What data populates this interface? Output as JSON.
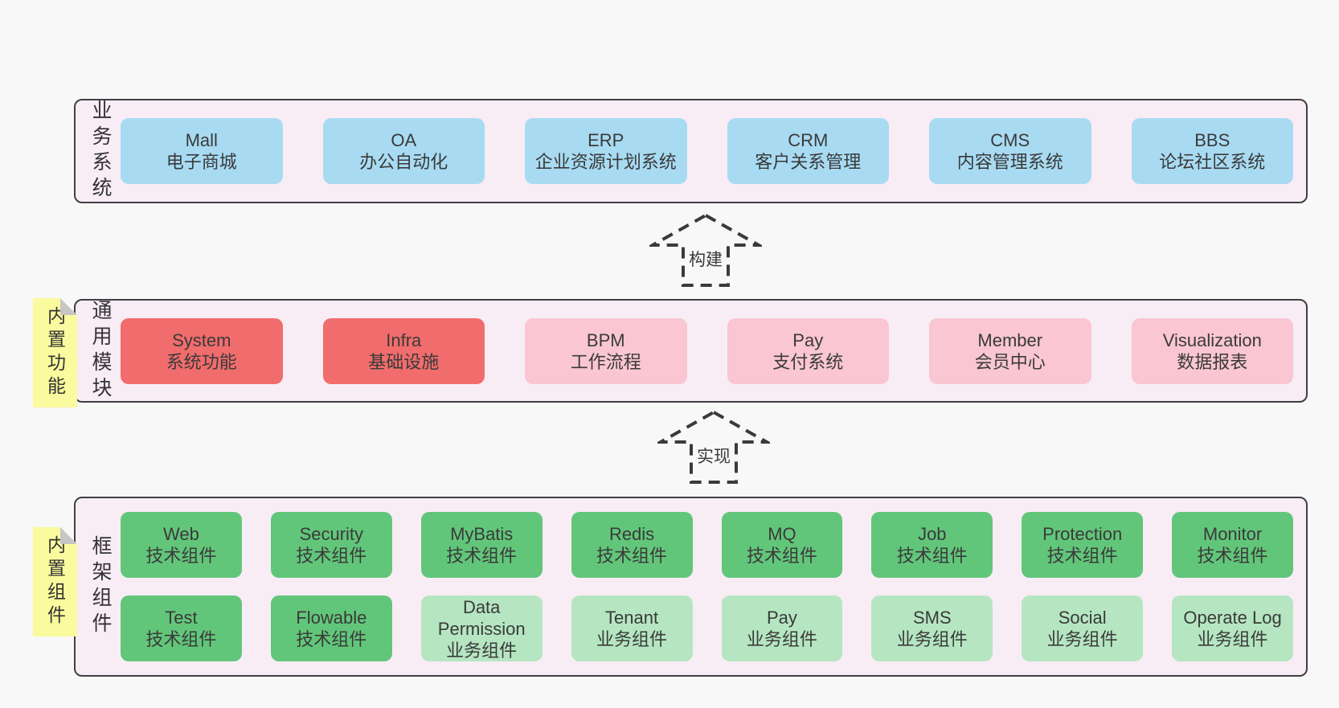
{
  "colors": {
    "blue": "#a8dbf2",
    "red": "#f16c6c",
    "pink": "#f9c6d2",
    "green": "#62c67a",
    "green_light": "#b5e6c1",
    "note_yellow": "#fafa9e",
    "panel_bg": "#f8edf5",
    "panel_border": "#403f44",
    "page_bg": "#f8f8f8",
    "text": "#3a3a3a"
  },
  "layers": [
    {
      "label": "业务系统",
      "note": "",
      "rows": [
        [
          {
            "title": "Mall",
            "subtitle": "电子商城",
            "type": "blue"
          },
          {
            "title": "OA",
            "subtitle": "办公自动化",
            "type": "blue"
          },
          {
            "title": "ERP",
            "subtitle": "企业资源计划系统",
            "type": "blue"
          },
          {
            "title": "CRM",
            "subtitle": "客户关系管理",
            "type": "blue"
          },
          {
            "title": "CMS",
            "subtitle": "内容管理系统",
            "type": "blue"
          },
          {
            "title": "BBS",
            "subtitle": "论坛社区系统",
            "type": "blue"
          }
        ]
      ]
    },
    {
      "label": "通用模块",
      "note": "内置功能",
      "rows": [
        [
          {
            "title": "System",
            "subtitle": "系统功能",
            "type": "red"
          },
          {
            "title": "Infra",
            "subtitle": "基础设施",
            "type": "red"
          },
          {
            "title": "BPM",
            "subtitle": "工作流程",
            "type": "pink"
          },
          {
            "title": "Pay",
            "subtitle": "支付系统",
            "type": "pink"
          },
          {
            "title": "Member",
            "subtitle": "会员中心",
            "type": "pink"
          },
          {
            "title": "Visualization",
            "subtitle": "数据报表",
            "type": "pink"
          }
        ]
      ]
    },
    {
      "label": "框架组件",
      "note": "内置组件",
      "rows": [
        [
          {
            "title": "Web",
            "subtitle": "技术组件",
            "type": "green"
          },
          {
            "title": "Security",
            "subtitle": "技术组件",
            "type": "green"
          },
          {
            "title": "MyBatis",
            "subtitle": "技术组件",
            "type": "green"
          },
          {
            "title": "Redis",
            "subtitle": "技术组件",
            "type": "green"
          },
          {
            "title": "MQ",
            "subtitle": "技术组件",
            "type": "green"
          },
          {
            "title": "Job",
            "subtitle": "技术组件",
            "type": "green"
          },
          {
            "title": "Protection",
            "subtitle": "技术组件",
            "type": "green"
          },
          {
            "title": "Monitor",
            "subtitle": "技术组件",
            "type": "green"
          }
        ],
        [
          {
            "title": "Test",
            "subtitle": "技术组件",
            "type": "green"
          },
          {
            "title": "Flowable",
            "subtitle": "技术组件",
            "type": "green"
          },
          {
            "title": "Data Permission",
            "subtitle": "业务组件",
            "type": "green_light"
          },
          {
            "title": "Tenant",
            "subtitle": "业务组件",
            "type": "green_light"
          },
          {
            "title": "Pay",
            "subtitle": "业务组件",
            "type": "green_light"
          },
          {
            "title": "SMS",
            "subtitle": "业务组件",
            "type": "green_light"
          },
          {
            "title": "Social",
            "subtitle": "业务组件",
            "type": "green_light"
          },
          {
            "title": "Operate Log",
            "subtitle": "业务组件",
            "type": "green_light"
          }
        ]
      ]
    }
  ],
  "arrows": [
    {
      "label": "构建"
    },
    {
      "label": "实现"
    }
  ]
}
